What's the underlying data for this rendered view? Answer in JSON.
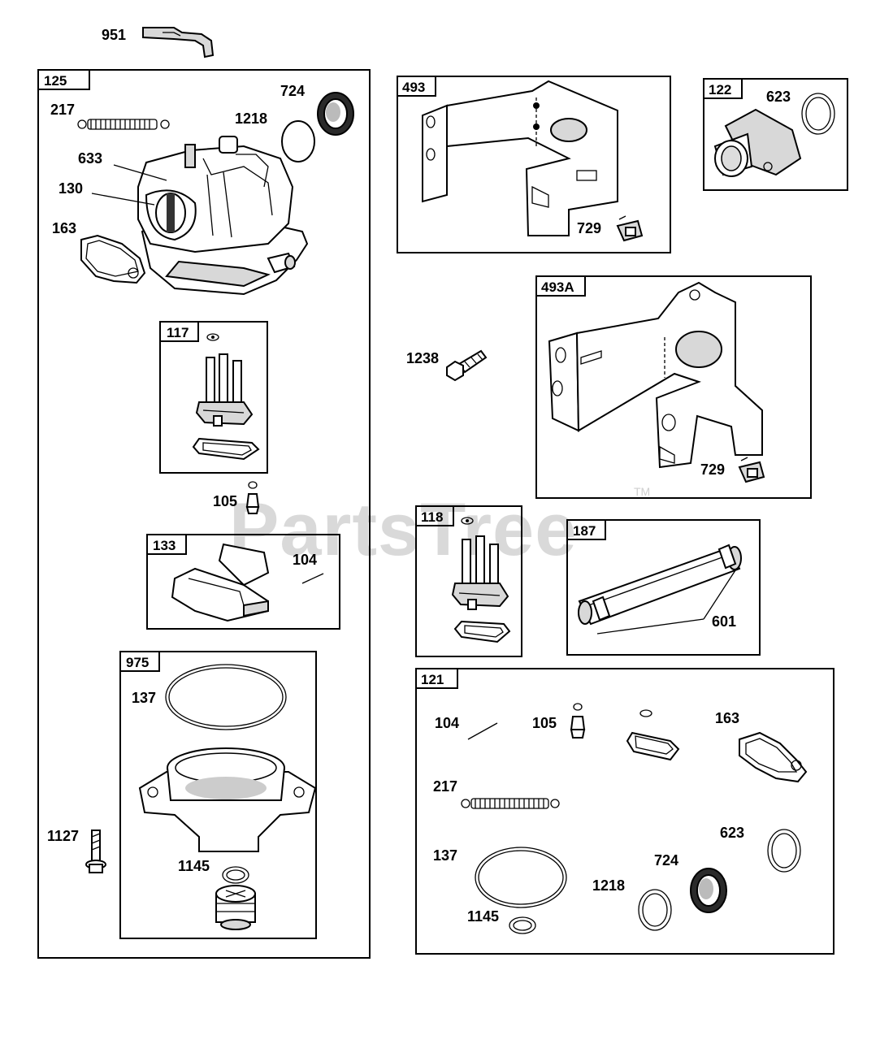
{
  "watermark": {
    "text": "PartsTree",
    "trademark": "TM"
  },
  "part_label_951": "951",
  "boxes": {
    "b125": {
      "tag": "125",
      "labels": {
        "p217": "217",
        "p724": "724",
        "p1218": "1218",
        "p633": "633",
        "p130": "130",
        "p163": "163",
        "p105": "105",
        "p104": "104",
        "p137": "137",
        "p1127": "1127",
        "p1145": "1145"
      }
    },
    "b117": {
      "tag": "117"
    },
    "b133": {
      "tag": "133"
    },
    "b975": {
      "tag": "975"
    },
    "b493": {
      "tag": "493",
      "labels": {
        "p729": "729"
      }
    },
    "b122": {
      "tag": "122",
      "labels": {
        "p623": "623"
      }
    },
    "b493a": {
      "tag": "493A",
      "labels": {
        "p729": "729"
      }
    },
    "p1238": "1238",
    "b118": {
      "tag": "118"
    },
    "b187": {
      "tag": "187",
      "labels": {
        "p601": "601"
      }
    },
    "b121": {
      "tag": "121",
      "labels": {
        "p104": "104",
        "p105": "105",
        "p163": "163",
        "p217": "217",
        "p623": "623",
        "p137": "137",
        "p724": "724",
        "p1218": "1218",
        "p1145": "1145"
      }
    }
  }
}
